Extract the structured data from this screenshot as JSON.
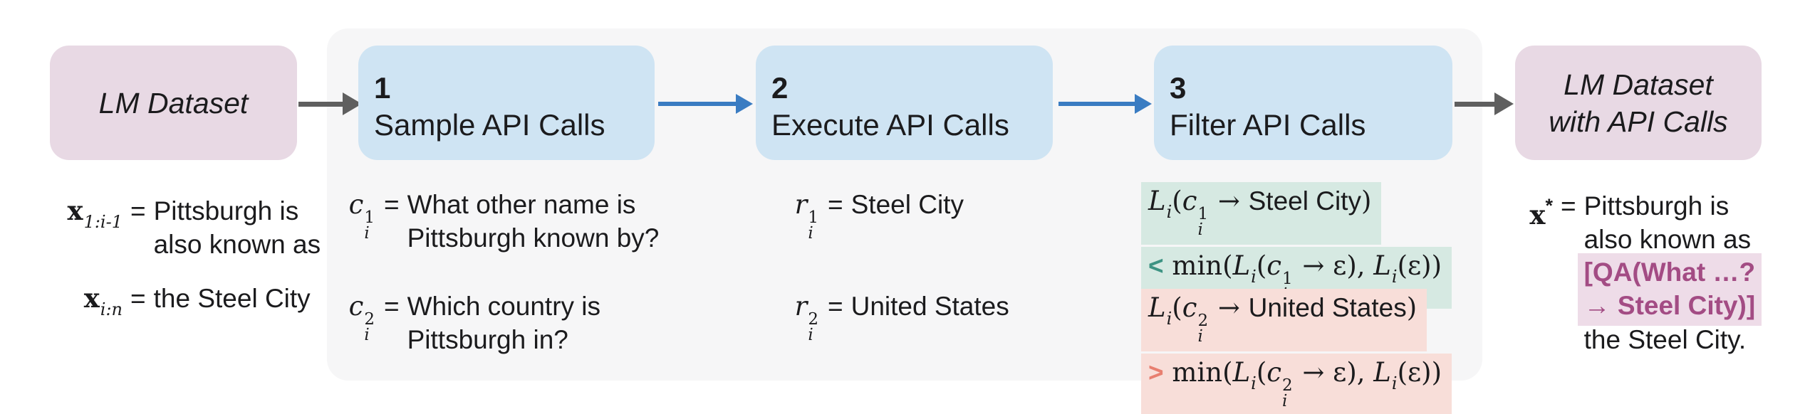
{
  "eq": "=",
  "flow": {
    "input_box": {
      "line1": "LM Dataset"
    },
    "steps": [
      {
        "number": "1",
        "label": "Sample API Calls"
      },
      {
        "number": "2",
        "label": "Execute API Calls"
      },
      {
        "number": "3",
        "label": "Filter API Calls"
      }
    ],
    "output_box": {
      "line1": "LM Dataset",
      "line2": "with API Calls"
    }
  },
  "lm_input": {
    "rows": [
      {
        "sym": [
          {
            "s": "mb",
            "t": "x"
          },
          {
            "s": "sb",
            "t": "1:i-1"
          }
        ],
        "lines": [
          "Pittsburgh is",
          "also known as"
        ]
      },
      {
        "sym": [
          {
            "s": "mb",
            "t": "x"
          },
          {
            "s": "sb",
            "t": "i:n"
          }
        ],
        "lines": [
          "the Steel City"
        ]
      }
    ]
  },
  "sample_step": {
    "rows": [
      {
        "sym": [
          {
            "s": "m",
            "t": "c"
          },
          {
            "s": "ss",
            "sup": "1",
            "sub": "i"
          }
        ],
        "lines": [
          "What other name is",
          "Pittsburgh known by?"
        ]
      },
      {
        "sym": [
          {
            "s": "m",
            "t": "c"
          },
          {
            "s": "ss",
            "sup": "2",
            "sub": "i"
          }
        ],
        "lines": [
          "Which country is",
          "Pittsburgh in?"
        ]
      }
    ]
  },
  "execute_step": {
    "rows": [
      {
        "sym": [
          {
            "s": "m",
            "t": "r"
          },
          {
            "s": "ss",
            "sup": "1",
            "sub": "i"
          }
        ],
        "lines": [
          "Steel City"
        ]
      },
      {
        "sym": [
          {
            "s": "m",
            "t": "r"
          },
          {
            "s": "ss",
            "sup": "2",
            "sub": "i"
          }
        ],
        "lines": [
          "United States"
        ]
      }
    ]
  },
  "filter_step": {
    "accept": {
      "line1": [
        {
          "s": "m",
          "t": "L"
        },
        {
          "s": "sb",
          "t": "i"
        },
        {
          "s": "f",
          "t": "("
        },
        {
          "s": "m",
          "t": "c"
        },
        {
          "s": "ss",
          "sup": "1",
          "sub": "i"
        },
        {
          "s": "f",
          "t": " → "
        },
        {
          "s": "t",
          "t": "Steel City"
        },
        {
          "s": "f",
          "t": ")"
        }
      ],
      "line2": [
        {
          "s": "cg",
          "t": "<"
        },
        {
          "s": "f",
          "t": " min("
        },
        {
          "s": "m",
          "t": "L"
        },
        {
          "s": "sb",
          "t": "i"
        },
        {
          "s": "f",
          "t": "("
        },
        {
          "s": "m",
          "t": "c"
        },
        {
          "s": "ss",
          "sup": "1",
          "sub": "i"
        },
        {
          "s": "f",
          "t": " → ε), "
        },
        {
          "s": "m",
          "t": "L"
        },
        {
          "s": "sb",
          "t": "i"
        },
        {
          "s": "f",
          "t": "(ε))"
        }
      ]
    },
    "reject": {
      "line1": [
        {
          "s": "m",
          "t": "L"
        },
        {
          "s": "sb",
          "t": "i"
        },
        {
          "s": "f",
          "t": "("
        },
        {
          "s": "m",
          "t": "c"
        },
        {
          "s": "ss",
          "sup": "2",
          "sub": "i"
        },
        {
          "s": "f",
          "t": " → "
        },
        {
          "s": "t",
          "t": "United States"
        },
        {
          "s": "f",
          "t": ")"
        }
      ],
      "line2": [
        {
          "s": "cr",
          "t": ">"
        },
        {
          "s": "f",
          "t": " min("
        },
        {
          "s": "m",
          "t": "L"
        },
        {
          "s": "sb",
          "t": "i"
        },
        {
          "s": "f",
          "t": "("
        },
        {
          "s": "m",
          "t": "c"
        },
        {
          "s": "ss",
          "sup": "2",
          "sub": "i"
        },
        {
          "s": "f",
          "t": " → ε), "
        },
        {
          "s": "m",
          "t": "L"
        },
        {
          "s": "sb",
          "t": "i"
        },
        {
          "s": "f",
          "t": "(ε))"
        }
      ]
    }
  },
  "result": {
    "sym": [
      {
        "s": "mb",
        "t": "x"
      },
      {
        "s": "sp",
        "t": "*"
      }
    ],
    "lines": [
      "Pittsburgh is",
      "also known as",
      "the Steel City."
    ],
    "qa_line1": [
      {
        "s": "qa",
        "t": "[QA(What …?"
      }
    ],
    "qa_line2": [
      {
        "s": "qaa",
        "t": "→ "
      },
      {
        "s": "qa",
        "t": "Steel City)]"
      }
    ]
  },
  "colors": {
    "panel_bg": "#f6f6f7",
    "dataset_box_bg": "#e8d9e4",
    "step_box_bg": "#cfe4f3",
    "accept_highlight_bg": "#d6e9e2",
    "reject_highlight_bg": "#f8ded9",
    "api_call_highlight_bg": "#eedce8",
    "accept_comparator": "#3d9383",
    "reject_comparator": "#e87f70",
    "api_call_text": "#a34c84",
    "step_arrow": "#3a7cc2",
    "io_arrow": "#5f5f5f",
    "text": "#1b1b1d"
  }
}
